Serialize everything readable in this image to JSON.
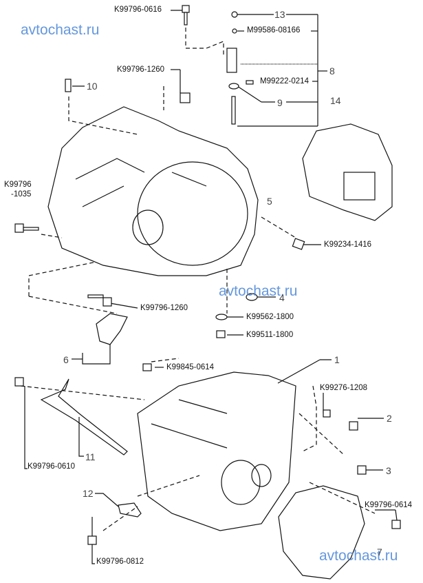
{
  "watermarks": [
    "avtochast.ru",
    "avtochast.ru",
    "avtochast.ru"
  ],
  "part_numbers": {
    "k0616": "K99796-0616",
    "m08166": "M99586-08166",
    "m0214": "M99222-0214",
    "k1260_top": "K99796-1260",
    "k1035_a": "K99796",
    "k1035_b": "-1035",
    "k1416": "K99234-1416",
    "k1260_mid": "K99796-1260",
    "k1800_washer": "K99562-1800",
    "k1800_plug": "K99511-1800",
    "k0614_mid": "K99845-0614",
    "k1208": "K99276-1208",
    "k0610": "K99796-0610",
    "k0614_right": "K99796-0614",
    "k0812": "K99796-0812"
  },
  "callouts": [
    "1",
    "2",
    "3",
    "4",
    "5",
    "6",
    "7",
    "8",
    "9",
    "10",
    "11",
    "12",
    "13",
    "14"
  ],
  "colors": {
    "line": "#111111",
    "watermark": "#4a86d8"
  }
}
